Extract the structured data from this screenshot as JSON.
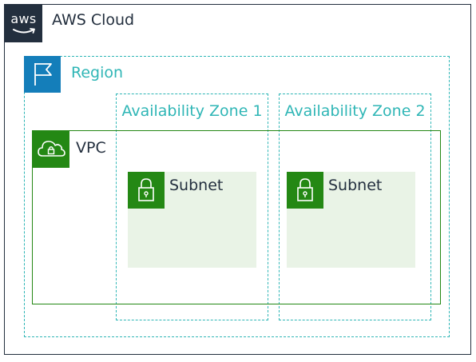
{
  "colors": {
    "cloud_border": "#232f3e",
    "aws_logo_bg": "#232f3e",
    "region_accent": "#2fb6b6",
    "region_icon_bg": "#147eba",
    "vpc_green": "#248814",
    "subnet_fill": "#e9f3e6"
  },
  "cloud": {
    "logo_text": "aws",
    "label": "AWS Cloud",
    "icon": "aws-logo"
  },
  "region": {
    "label": "Region",
    "icon": "flag-icon"
  },
  "availability_zones": [
    {
      "label": "Availability Zone 1"
    },
    {
      "label": "Availability Zone 2"
    }
  ],
  "vpc": {
    "label": "VPC",
    "icon": "cloud-lock-icon"
  },
  "subnets": [
    {
      "label": "Subnet",
      "icon": "padlock-icon"
    },
    {
      "label": "Subnet",
      "icon": "padlock-icon"
    }
  ]
}
